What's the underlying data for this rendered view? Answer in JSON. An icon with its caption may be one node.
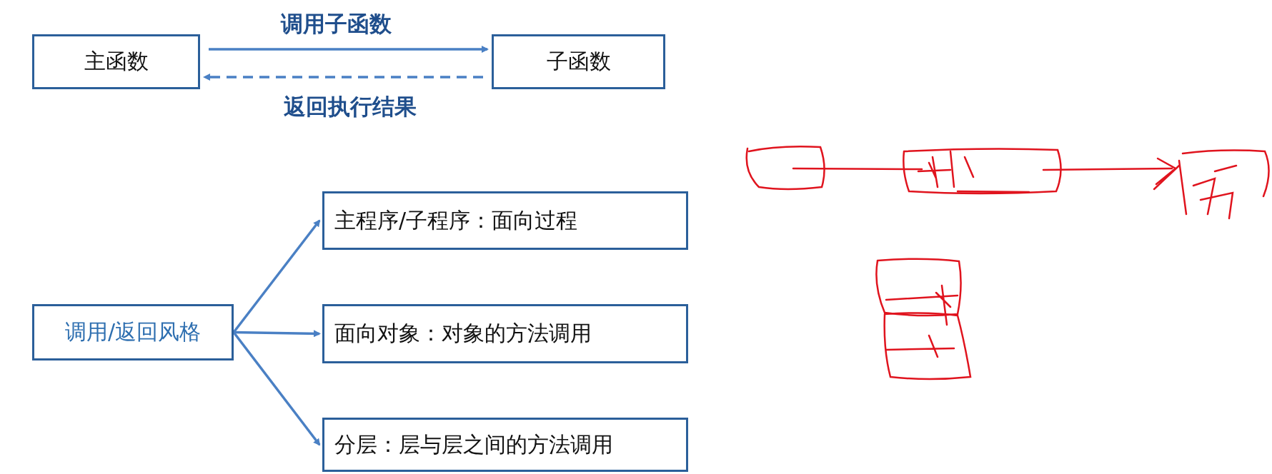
{
  "diagram": {
    "nodes": [
      {
        "text": [
          "主函数"
        ]
      },
      {
        "text": [
          "子函数"
        ]
      },
      {
        "text": [
          "调用/返回风格"
        ]
      },
      {
        "text": [
          "主程序/子程序：面向过程"
        ]
      },
      {
        "text": [
          "面向对象：对象的方法调用"
        ]
      },
      {
        "text": [
          "分层：层与层之间的方法调用"
        ]
      }
    ],
    "edges": [
      {
        "from": 0,
        "to": 1,
        "arrow": "to",
        "label": "调用子函数"
      },
      {
        "from": 1,
        "to": 0,
        "arrow": "to",
        "label": "返回执行结果",
        "style": "dashed"
      },
      {
        "from": 2,
        "to": 3,
        "arrow": "to"
      },
      {
        "from": 2,
        "to": 4,
        "arrow": "to"
      },
      {
        "from": 2,
        "to": 5,
        "arrow": "to"
      }
    ]
  }
}
